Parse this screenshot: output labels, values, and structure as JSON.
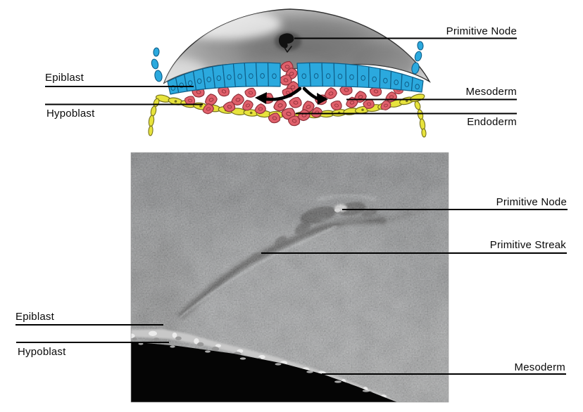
{
  "illustration": {
    "labels": [
      {
        "id": "epiblast",
        "text": "Epiblast"
      },
      {
        "id": "hypoblast",
        "text": "Hypoblast"
      },
      {
        "id": "primitive-node",
        "text": "Primitive Node"
      },
      {
        "id": "mesoderm",
        "text": "Mesoderm"
      },
      {
        "id": "endoderm",
        "text": "Endoderm"
      }
    ],
    "colors": {
      "epiblast_fill": "#2BA9DE",
      "epiblast_outline": "#0F5E88",
      "mesoderm_fill": "#E0606B",
      "mesoderm_outline": "#8E2F38",
      "hypoblast_fill": "#E7E33C",
      "hypoblast_outline": "#77721E",
      "arrow": "#000000",
      "leader_line": "#000000",
      "label_text": "#0a0a0a"
    }
  },
  "micrograph": {
    "labels": [
      {
        "id": "primitive-node",
        "text": "Primitive Node"
      },
      {
        "id": "primitive-streak",
        "text": "Primitive Streak"
      },
      {
        "id": "epiblast",
        "text": "Epiblast"
      },
      {
        "id": "hypoblast",
        "text": "Hypoblast"
      },
      {
        "id": "mesoderm",
        "text": "Mesoderm"
      }
    ]
  }
}
